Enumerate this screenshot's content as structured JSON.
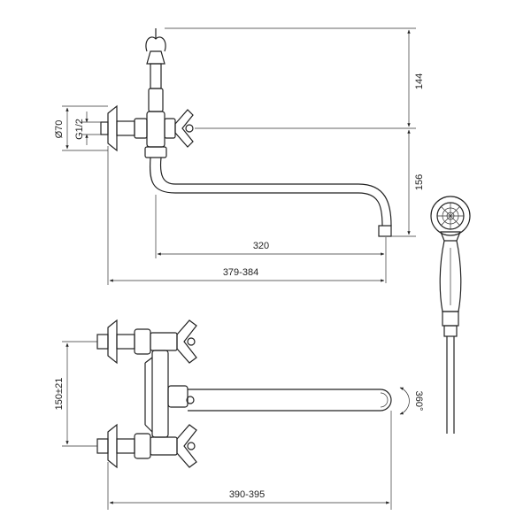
{
  "dimensions": {
    "top_height": "144",
    "spout_height": "156",
    "spout_reach": "320",
    "side_overall": "379-384",
    "flange_diameter": "Ø70",
    "thread": "G1/2",
    "centers": "150±21",
    "plan_overall": "390-395",
    "rotation": "360°"
  }
}
